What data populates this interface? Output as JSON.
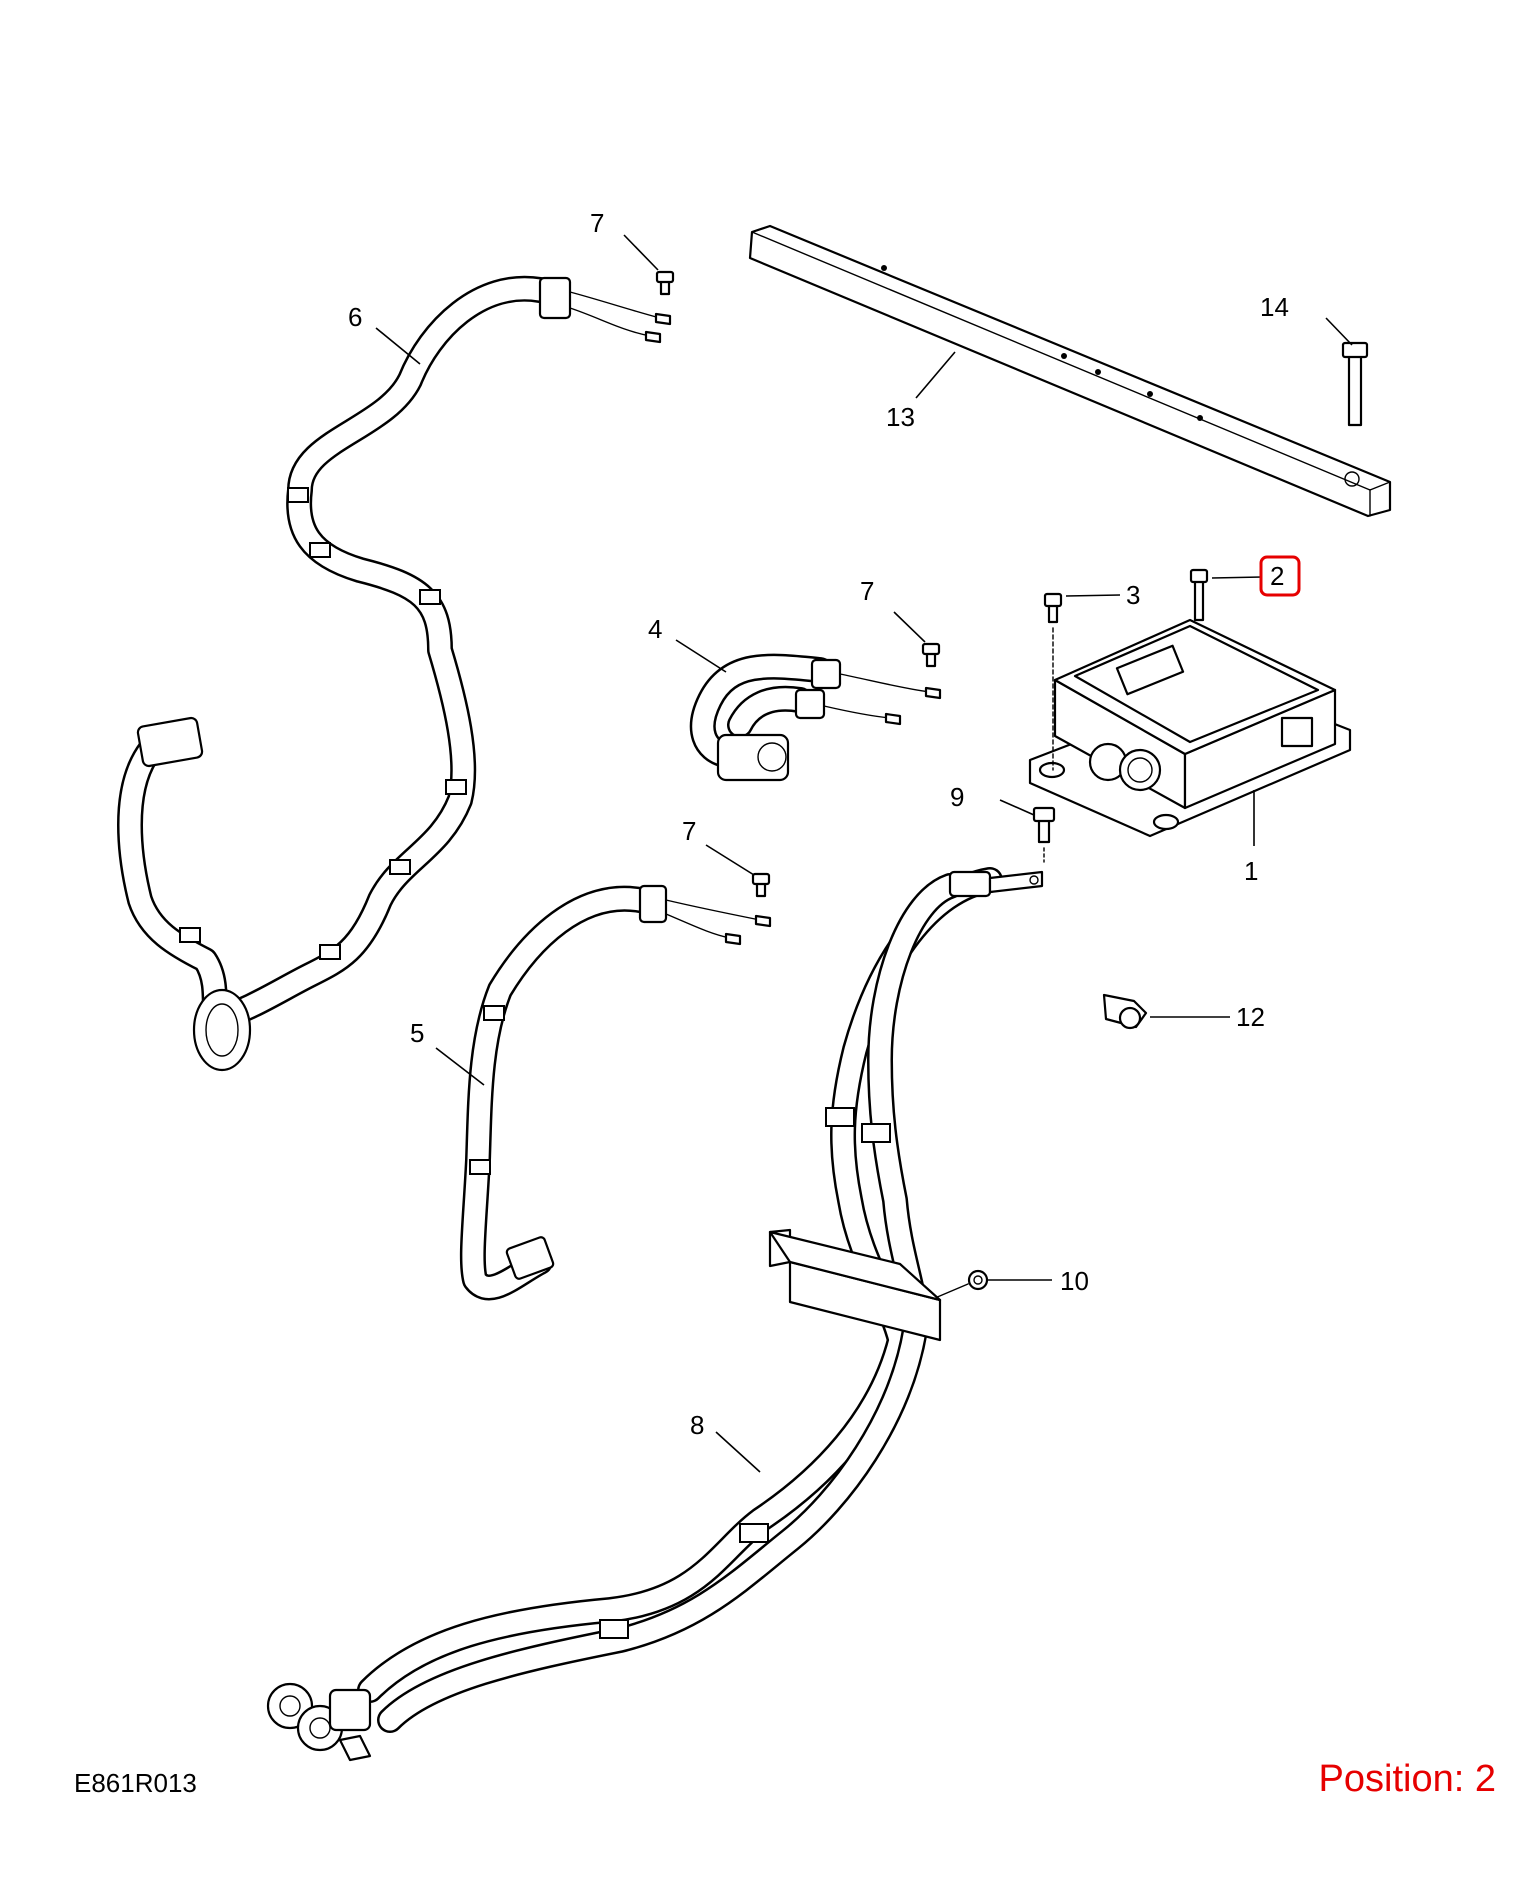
{
  "drawing_code": "E861R013",
  "position_label": "Position: 2",
  "highlight_color": "#e60000",
  "selected_callout": "2",
  "callouts": {
    "c1": "1",
    "c2": "2",
    "c3": "3",
    "c4": "4",
    "c5": "5",
    "c6": "6",
    "c7a": "7",
    "c7b": "7",
    "c7c": "7",
    "c8": "8",
    "c9": "9",
    "c10": "10",
    "c12": "12",
    "c13": "13",
    "c14": "14"
  }
}
